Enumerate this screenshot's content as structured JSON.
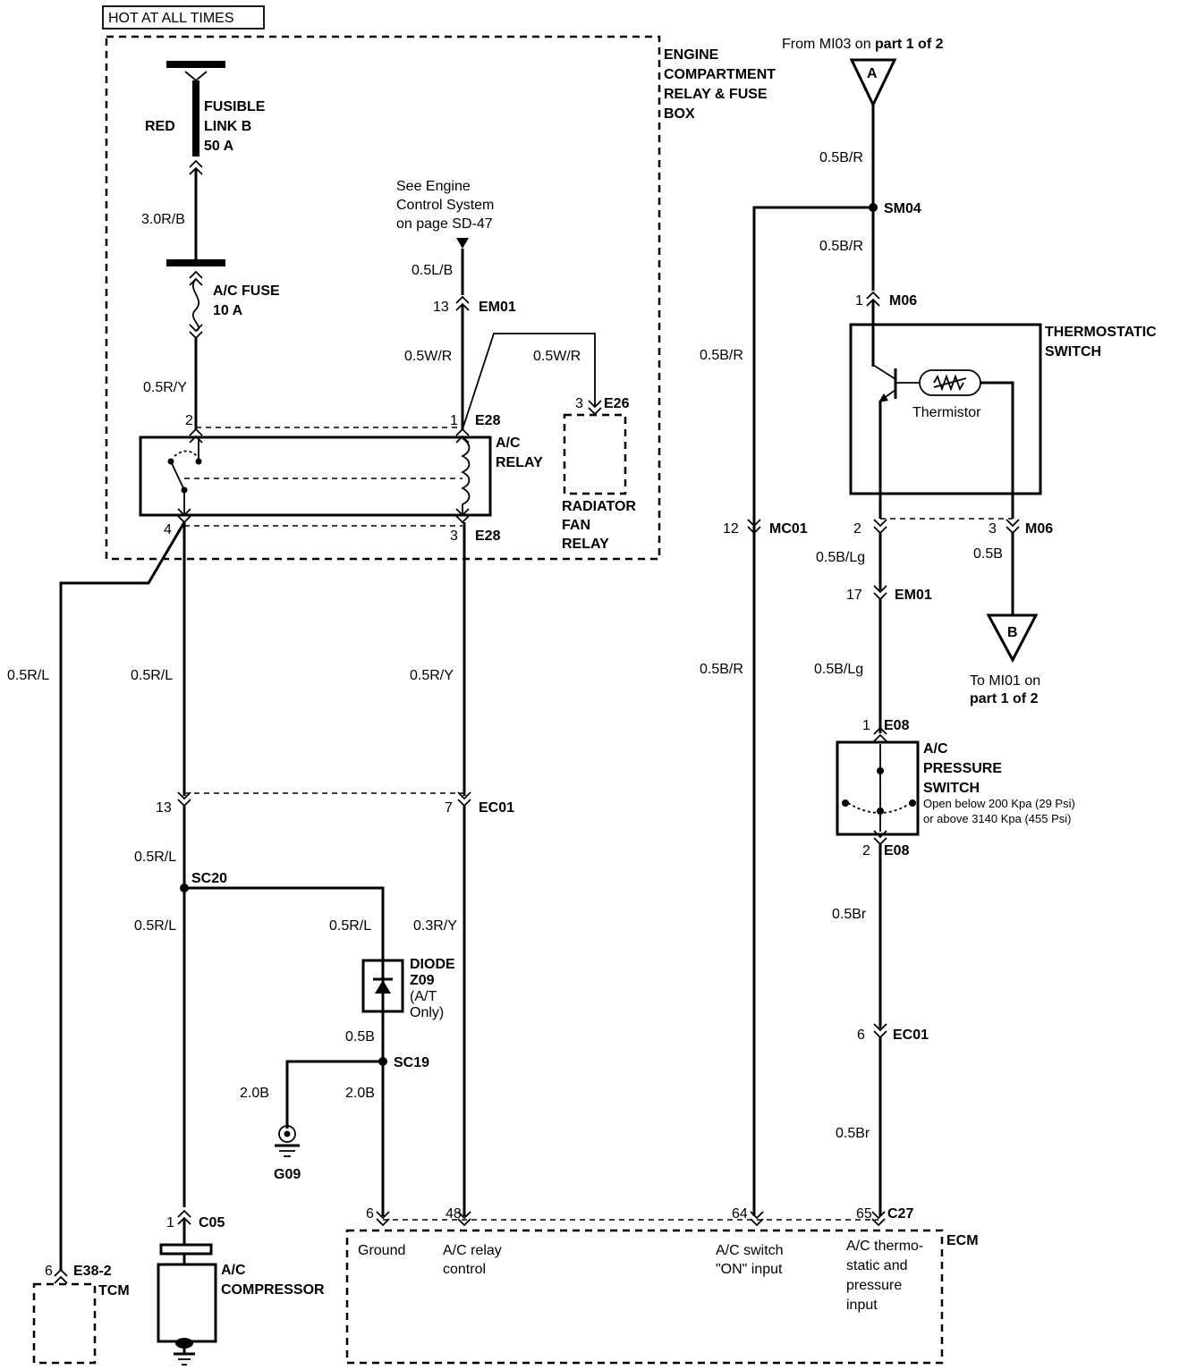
{
  "header": {
    "hot_label": "HOT AT ALL TIMES"
  },
  "engine_box": {
    "lines": [
      "ENGINE",
      "COMPARTMENT",
      "RELAY & FUSE",
      "BOX"
    ]
  },
  "fusible_link": {
    "lines": [
      "FUSIBLE",
      "LINK B",
      "50 A"
    ],
    "color_label": "RED"
  },
  "ac_fuse": {
    "lines": [
      "A/C FUSE",
      "10 A"
    ]
  },
  "ac_relay": {
    "lines": [
      "A/C",
      "RELAY"
    ]
  },
  "radiator_fan_relay": {
    "lines": [
      "RADIATOR",
      "FAN",
      "RELAY"
    ]
  },
  "see_engine": {
    "lines": [
      "See Engine",
      "Control System",
      "on page SD-47"
    ]
  },
  "from_note": {
    "prefix": "From MI03 on ",
    "bold": "part 1 of 2"
  },
  "to_note": {
    "line1": "To MI01 on",
    "bold": "part 1 of 2"
  },
  "offpage": {
    "a": "A",
    "b": "B"
  },
  "thermostatic": {
    "lines": [
      "THERMOSTATIC",
      "SWITCH"
    ],
    "thermistor": "Thermistor"
  },
  "pressure_switch": {
    "lines": [
      "A/C",
      "PRESSURE",
      "SWITCH"
    ],
    "notes": [
      "Open below 200 Kpa (29 Psi)",
      "or above 3140 Kpa (455 Psi)"
    ]
  },
  "diode": {
    "lines": [
      "DIODE",
      "Z09",
      "(A/T",
      "Only)"
    ]
  },
  "compressor": {
    "lines": [
      "A/C",
      "COMPRESSOR"
    ]
  },
  "tcm": {
    "label": "TCM"
  },
  "ecm": {
    "label": "ECM",
    "ground": "Ground",
    "relay_control": [
      "A/C relay",
      "control"
    ],
    "switch_on": [
      "A/C  switch",
      "\"ON\" input"
    ],
    "thermo_input": [
      "A/C thermo-",
      "static and",
      "pressure",
      "input"
    ]
  },
  "ground": {
    "label": "G09"
  },
  "splices": {
    "sc20": "SC20",
    "sc19": "SC19",
    "sm04": "SM04"
  },
  "connectors": {
    "em01": "EM01",
    "e28": "E28",
    "e26": "E26",
    "ec01": "EC01",
    "c05": "C05",
    "e38": "E38-2",
    "c27": "C27",
    "mc01": "MC01",
    "m06": "M06",
    "e08": "E08"
  },
  "pins": {
    "p13_em01": "13",
    "p2_e28": "2",
    "p1_e28": "1",
    "p3_e26": "3",
    "p4_e28": "4",
    "p3_e28": "3",
    "p13_ec01": "13",
    "p7_ec01": "7",
    "p1_c05": "1",
    "p6_e38": "6",
    "p6_c27": "6",
    "p48_c27": "48",
    "p64_c27": "64",
    "p65_c27": "65",
    "p12_mc01": "12",
    "p1_m06": "1",
    "p2_m06": "2",
    "p3_m06": "3",
    "p17_em01": "17",
    "p1_e08": "1",
    "p2_e08": "2",
    "p6_ec01": "6"
  },
  "wires": {
    "w30rb": "3.0R/B",
    "w05ry_a": "0.5R/Y",
    "w05lb": "0.5L/B",
    "w05wr_a": "0.5W/R",
    "w05wr_b": "0.5W/R",
    "w05rl_tcm": "0.5R/L",
    "w05rl_a": "0.5R/L",
    "w05ry_b": "0.5R/Y",
    "w05rl_b": "0.5R/L",
    "w05rl_c": "0.5R/L",
    "w05rl_d": "0.5R/L",
    "w03ry": "0.3R/Y",
    "w05b": "0.5B",
    "w20b_a": "2.0B",
    "w20b_b": "2.0B",
    "w05br_a": "0.5B/R",
    "w05br_b": "0.5B/R",
    "w05br_c": "0.5B/R",
    "w05br_d": "0.5B/R",
    "w05blg_a": "0.5B/Lg",
    "w05blg_b": "0.5B/Lg",
    "w05b_m06": "0.5B",
    "w05brn_a": "0.5Br",
    "w05brn_b": "0.5Br"
  }
}
